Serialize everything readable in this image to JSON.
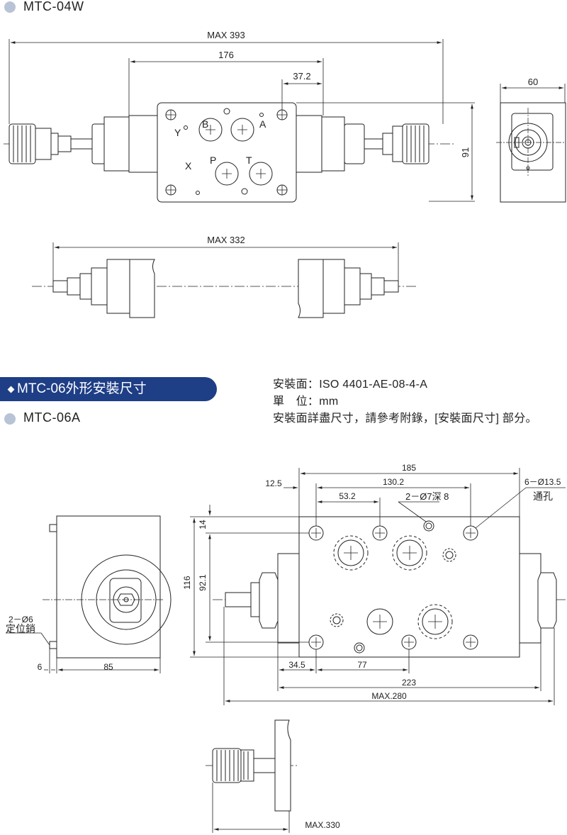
{
  "section_top": {
    "title": "MTC-04W",
    "front_dims": {
      "overall": "MAX 393",
      "body": "176",
      "port_offset": "37.2",
      "height": "91"
    },
    "side_dims": {
      "width": "60"
    },
    "port_labels": {
      "y": "Y",
      "b": "B",
      "a": "A",
      "x": "X",
      "p": "P",
      "t": "T"
    },
    "lower_view_dims": {
      "overall": "MAX 332"
    }
  },
  "section_header": {
    "pill_label": "MTC-06外形安裝尺寸"
  },
  "section_bottom": {
    "title": "MTC-06A",
    "spec_lines": [
      "安裝面：ISO 4401-AE-08-4-A",
      "單　位：mm",
      "安裝面詳盡尺寸，請參考附錄，[安裝面尺寸] 部分。"
    ],
    "side_dims": {
      "pin_callout": "2－Ø6",
      "pin_label": "定位銷",
      "offset": "6",
      "width": "85"
    },
    "front_dims": {
      "d185": "185",
      "d12_5": "12.5",
      "d130_2": "130.2",
      "d53_2": "53.2",
      "blind_holes": "2－Ø7深 8",
      "through_holes": "6－Ø13.5",
      "through_label": "通孔",
      "d116": "116",
      "d92_1": "92.1",
      "d14": "14",
      "d34_5": "34.5",
      "d77": "77",
      "d223": "223",
      "max280": "MAX.280"
    },
    "detail_dims": {
      "max330": "MAX.330"
    }
  }
}
